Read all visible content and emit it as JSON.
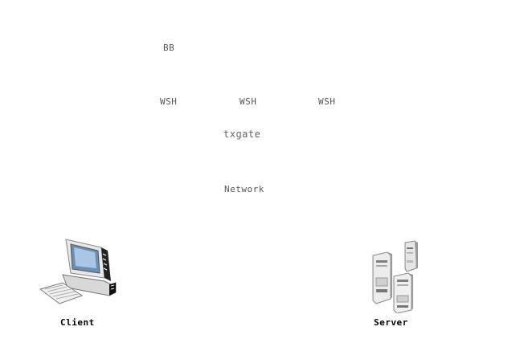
{
  "labels": {
    "bb": "BB",
    "wsh1": "WSH",
    "wsh2": "WSH",
    "wsh3": "WSH",
    "txgate": "txgate",
    "network": "Network",
    "client": "Client",
    "server": "Server"
  },
  "icons": {
    "client": "desktop-computer-icon",
    "server": "server-towers-icon"
  }
}
